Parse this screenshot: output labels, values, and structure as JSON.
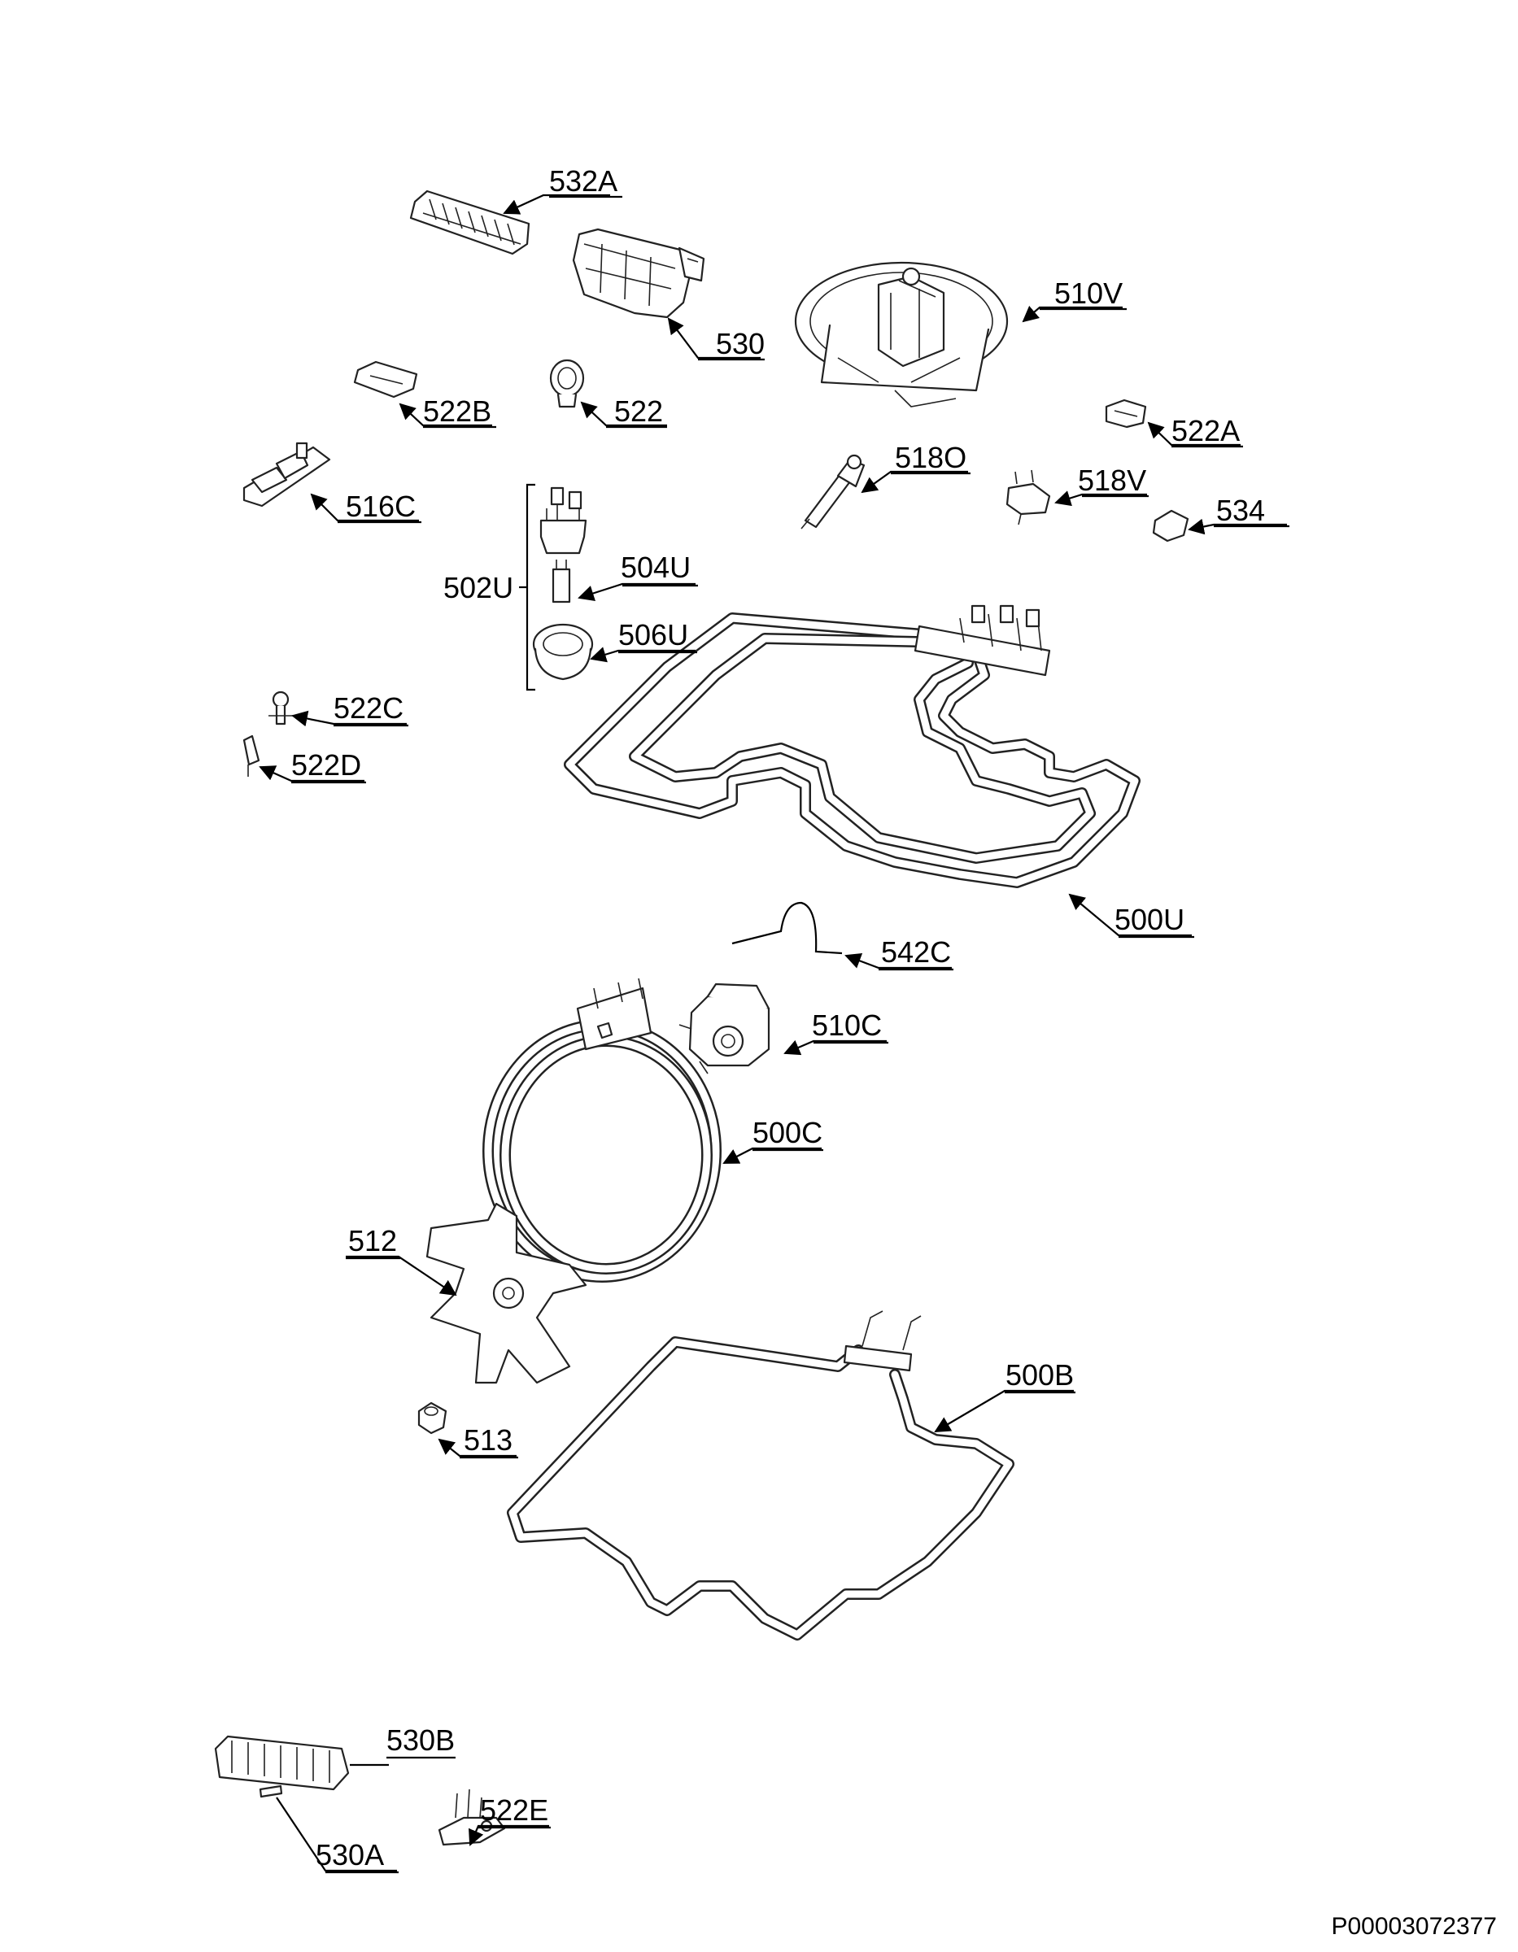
{
  "document_id": "P00003072377",
  "parts": {
    "532A": "532A",
    "530": "530",
    "510V": "510V",
    "522B": "522B",
    "522": "522",
    "522A": "522A",
    "516C": "516C",
    "518O": "518O",
    "518V": "518V",
    "534": "534",
    "502U": "502U",
    "504U": "504U",
    "506U": "506U",
    "522C": "522C",
    "522D": "522D",
    "500U": "500U",
    "542C": "542C",
    "510C": "510C",
    "500C": "500C",
    "512": "512",
    "500B": "500B",
    "513": "513",
    "530B": "530B",
    "522E": "522E",
    "530A": "530A"
  }
}
